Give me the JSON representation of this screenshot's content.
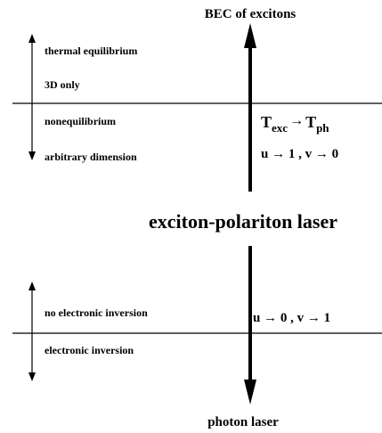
{
  "top_label": "BEC of excitons",
  "bottom_label": "photon laser",
  "center_label": "exciton-polariton laser",
  "upper_section": {
    "above_line_top": "thermal equilibrium",
    "above_line_bottom": "3D only",
    "below_line_top": "nonequilibrium",
    "below_line_bottom": "arbitrary dimension",
    "temperature": {
      "T": "T",
      "exc": "exc",
      "arrow": "→",
      "ph": "ph"
    },
    "limit": "u → 1 , v → 0"
  },
  "lower_section": {
    "above_line": "no electronic inversion",
    "below_line": "electronic inversion",
    "limit": "u → 0 , v → 1"
  }
}
